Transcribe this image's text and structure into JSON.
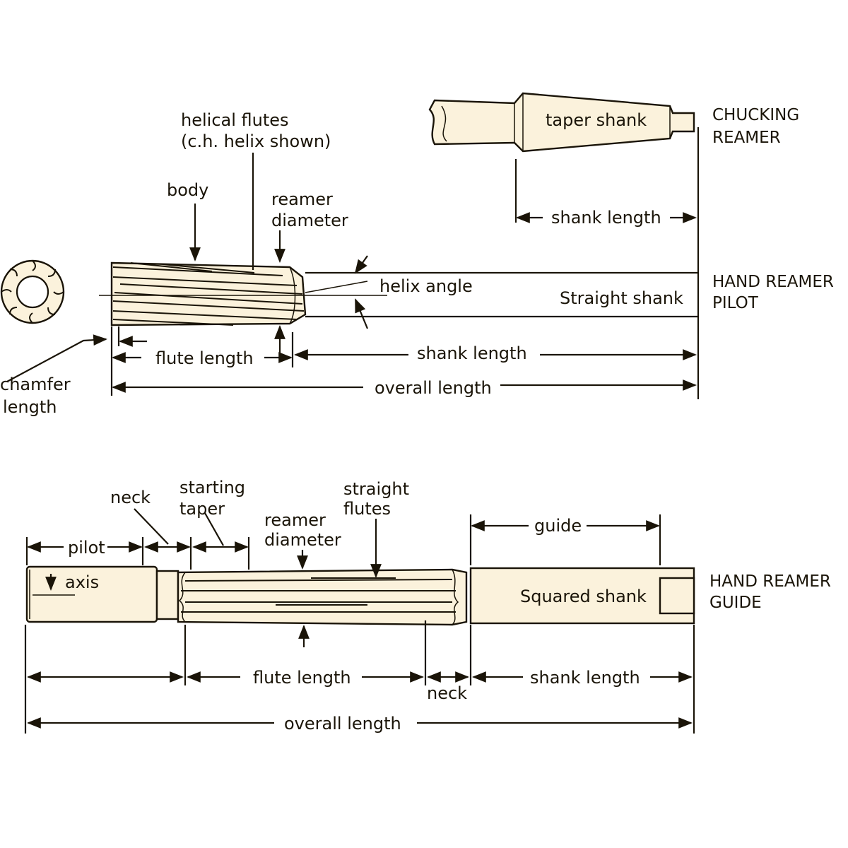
{
  "colors": {
    "ink": "#1a1408",
    "body": "#fbf2dc"
  },
  "top": {
    "helical_flutes": "helical flutes",
    "helix_shown": "(c.h. helix shown)",
    "body": "body",
    "reamer": "reamer",
    "diameter": "diameter",
    "helix_angle": "helix angle",
    "straight_shank": "Straight shank",
    "taper_shank": "taper shank",
    "chucking": "CHUCKING",
    "reamer_caps": "REAMER",
    "shank_length_upper": "shank length",
    "hand_reamer": "HAND REAMER",
    "pilot_caps": "PILOT",
    "chamfer": "chamfer",
    "length": "length",
    "flute_length": "flute length",
    "shank_length": "shank length",
    "overall_length": "overall length"
  },
  "bottom": {
    "neck": "neck",
    "starting": "starting",
    "taper": "taper",
    "straight": "straight",
    "flutes": "flutes",
    "reamer": "reamer",
    "diameter": "diameter",
    "guide": "guide",
    "pilot": "pilot",
    "axis": "axis",
    "squared_shank": "Squared shank",
    "hand_reamer": "HAND REAMER",
    "guide_caps": "GUIDE",
    "flute_length": "flute length",
    "neck_lower": "neck",
    "shank_length": "shank length",
    "overall_length": "overall length"
  }
}
